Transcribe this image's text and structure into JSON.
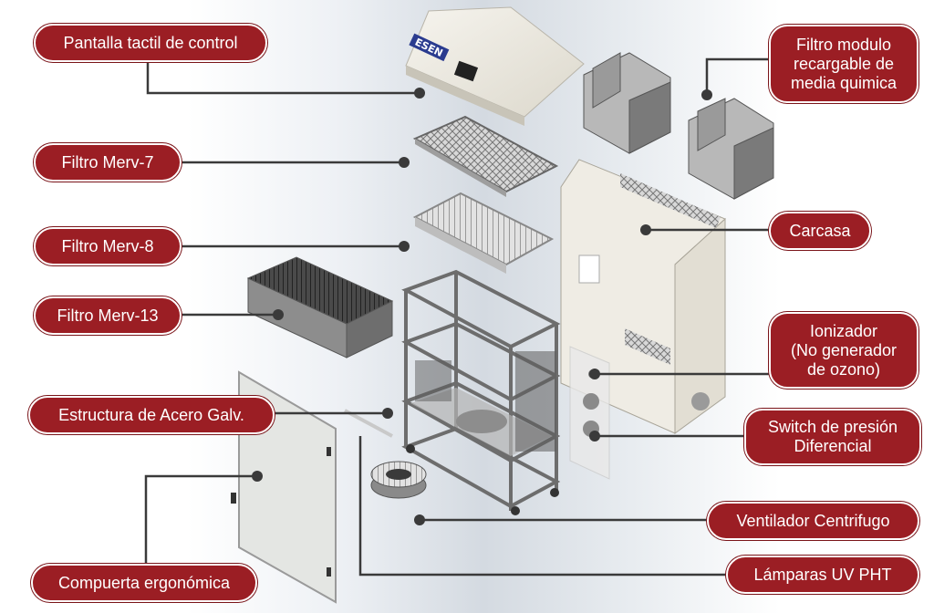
{
  "colors": {
    "label_bg": "#9b1e24",
    "label_text": "#ffffff",
    "leader_line": "#3a3a3a"
  },
  "brand": {
    "logo_text": "ESEN"
  },
  "labels": {
    "pantalla": "Pantalla tactil de control",
    "merv7": "Filtro Merv-7",
    "merv8": "Filtro Merv-8",
    "merv13": "Filtro Merv-13",
    "estructura": "Estructura de Acero Galv.",
    "compuerta": "Compuerta ergonómica",
    "quimica": "Filtro modulo\nrecargable de\nmedia quimica",
    "carcasa": "Carcasa",
    "ionizador": "Ionizador\n(No generador\nde ozono)",
    "switch": "Switch de presión\nDiferencial",
    "ventilador": "Ventilador Centrifugo",
    "lamparas": "Lámparas UV PHT"
  }
}
